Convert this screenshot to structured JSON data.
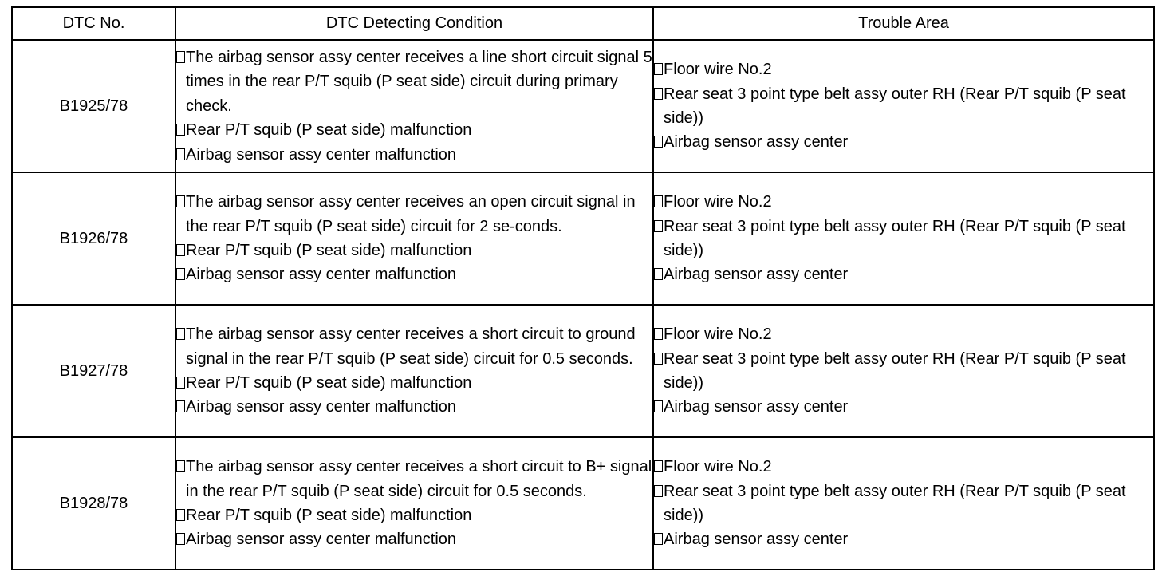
{
  "headers": [
    "DTC No.",
    "DTC Detecting Condition",
    "Trouble Area"
  ],
  "rows": [
    {
      "code": "B1925/78",
      "conditions": [
        "The airbag sensor assy center receives a line short circuit signal 5 times in the rear P/T squib (P seat side) circuit during primary check.",
        "Rear P/T squib (P seat side) malfunction",
        "Airbag sensor assy center malfunction"
      ],
      "areas": [
        "Floor wire No.2",
        "Rear seat 3 point type belt assy outer RH (Rear P/T squib (P seat side))",
        "Airbag sensor assy center"
      ]
    },
    {
      "code": "B1926/78",
      "conditions": [
        "The airbag sensor assy center receives an open circuit signal in the rear P/T squib (P seat side) circuit for 2 se-conds.",
        "Rear P/T squib (P seat side) malfunction",
        "Airbag sensor assy center malfunction"
      ],
      "areas": [
        "Floor wire No.2",
        "Rear seat 3 point type belt assy outer RH (Rear P/T squib (P seat side))",
        "Airbag sensor assy center"
      ]
    },
    {
      "code": "B1927/78",
      "conditions": [
        "The airbag sensor assy center receives a short circuit to ground signal in the rear P/T squib (P seat side) circuit for 0.5 seconds.",
        "Rear P/T squib (P seat side) malfunction",
        "Airbag sensor assy center malfunction"
      ],
      "areas": [
        "Floor wire No.2",
        "Rear seat 3 point type belt assy outer RH (Rear P/T squib (P seat side))",
        "Airbag sensor assy center"
      ]
    },
    {
      "code": "B1928/78",
      "conditions": [
        "The airbag sensor assy center receives a short circuit to B+ signal in the rear P/T squib (P seat side) circuit for 0.5 seconds.",
        "Rear P/T squib (P seat side) malfunction",
        "Airbag sensor assy center malfunction"
      ],
      "areas": [
        "Floor wire No.2",
        "Rear seat 3 point type belt assy outer RH (Rear P/T squib (P seat side))",
        "Airbag sensor assy center"
      ]
    }
  ]
}
